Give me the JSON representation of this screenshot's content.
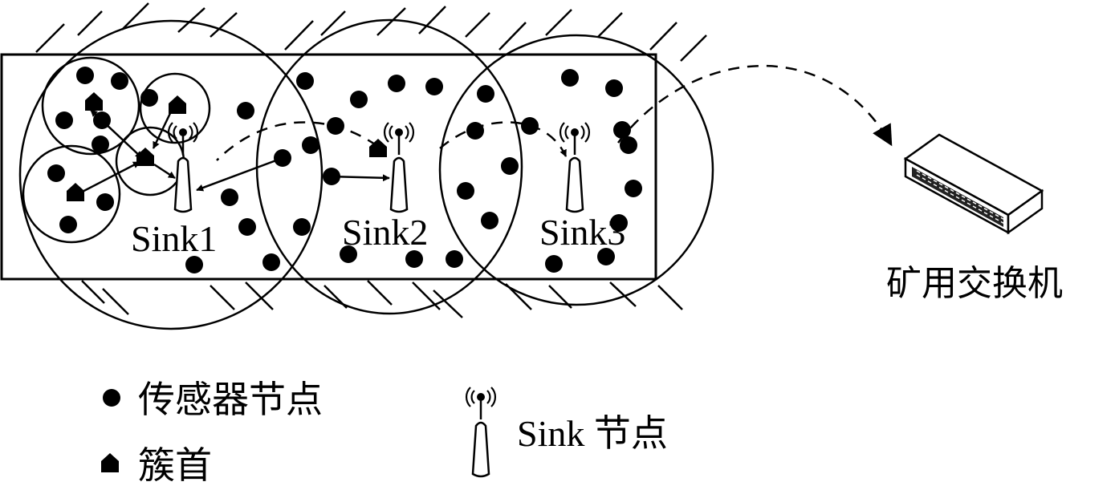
{
  "sinks": [
    {
      "label": "Sink1"
    },
    {
      "label": "Sink2"
    },
    {
      "label": "Sink3"
    }
  ],
  "switch": {
    "label": "矿用交换机",
    "icon": "mine-switch-icon"
  },
  "legend": {
    "sensor_node": "传感器节点",
    "cluster_head": "簇首",
    "sink_node": "Sink 节点"
  },
  "colors": {
    "ink": "#000000",
    "background": "#ffffff"
  }
}
